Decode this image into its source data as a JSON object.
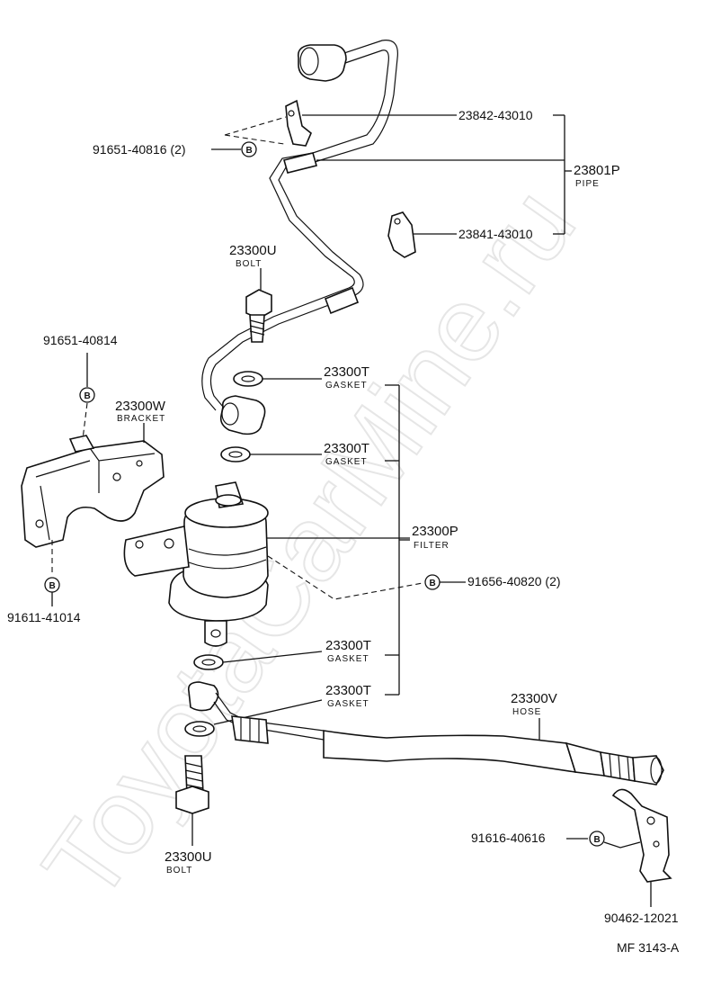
{
  "watermark": "ToyotaCarMine.ru",
  "callout_marker": "B",
  "pipe_group": {
    "number": "23801P",
    "name": "PIPE"
  },
  "parts": {
    "clamp_upper": "23842-43010",
    "clamp_lower": "23841-43010",
    "bolt_clamp_upper": "91651-40816 (2)",
    "bolt_top": {
      "number": "23300U",
      "name": "BOLT"
    },
    "gasket_1": {
      "number": "23300T",
      "name": "GASKET"
    },
    "gasket_2": {
      "number": "23300T",
      "name": "GASKET"
    },
    "gasket_3": {
      "number": "23300T",
      "name": "GASKET"
    },
    "gasket_4": {
      "number": "23300T",
      "name": "GASKET"
    },
    "bracket": {
      "number": "23300W",
      "name": "BRACKET"
    },
    "bracket_bolt_upper": "91651-40814",
    "bracket_bolt_lower": "91611-41014",
    "filter": {
      "number": "23300P",
      "name": "FILTER"
    },
    "filter_bolts": "91656-40820 (2)",
    "hose": {
      "number": "23300V",
      "name": "HOSE"
    },
    "bolt_bottom": {
      "number": "23300U",
      "name": "BOLT"
    },
    "hose_clamp_bolt": "91616-40616",
    "hose_clamp": "90462-12021"
  },
  "drawing_code": "MF  3143-A"
}
